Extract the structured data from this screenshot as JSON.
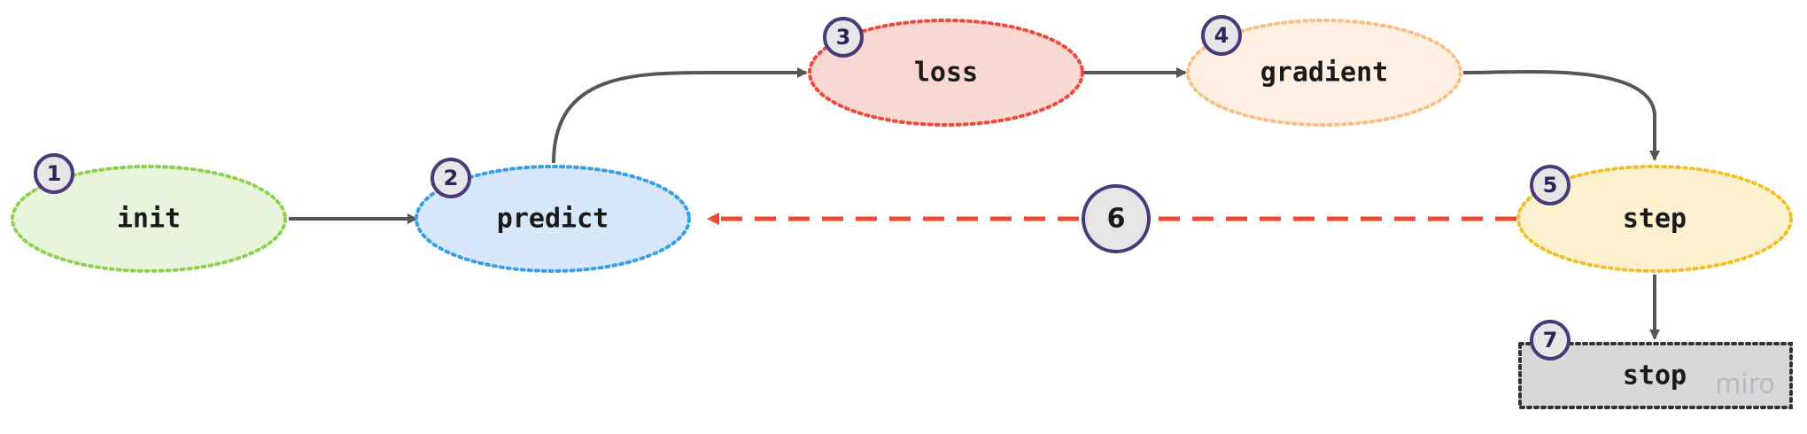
{
  "diagram": {
    "nodes": [
      {
        "id": "init",
        "label": "init",
        "badge": "1",
        "shape": "ellipse",
        "fill": "#e8f5dc",
        "stroke": "#8dd14f"
      },
      {
        "id": "predict",
        "label": "predict",
        "badge": "2",
        "shape": "ellipse",
        "fill": "#d6e8f9",
        "stroke": "#3aa0e6"
      },
      {
        "id": "loss",
        "label": "loss",
        "badge": "3",
        "shape": "ellipse",
        "fill": "#f9d7d2",
        "stroke": "#ec4a3c"
      },
      {
        "id": "gradient",
        "label": "gradient",
        "badge": "4",
        "shape": "ellipse",
        "fill": "#fff0e3",
        "stroke": "#f7c08a"
      },
      {
        "id": "step",
        "label": "step",
        "badge": "5",
        "shape": "ellipse",
        "fill": "#fcf1cf",
        "stroke": "#f0c12b"
      },
      {
        "id": "stop",
        "label": "stop",
        "badge": "7",
        "shape": "rect",
        "fill": "#d8d8d8",
        "stroke": "#333333"
      }
    ],
    "edges": [
      {
        "from": "init",
        "to": "predict",
        "style": "solid",
        "color": "#555555"
      },
      {
        "from": "predict",
        "to": "loss",
        "style": "solid",
        "color": "#555555"
      },
      {
        "from": "loss",
        "to": "gradient",
        "style": "solid",
        "color": "#555555"
      },
      {
        "from": "gradient",
        "to": "step",
        "style": "solid",
        "color": "#555555"
      },
      {
        "from": "step",
        "to": "predict",
        "style": "dashed",
        "color": "#ef4b33",
        "label": "6"
      },
      {
        "from": "step",
        "to": "stop",
        "style": "solid",
        "color": "#555555"
      }
    ],
    "badge_color": "#4a3a7a",
    "watermark": "miro"
  }
}
